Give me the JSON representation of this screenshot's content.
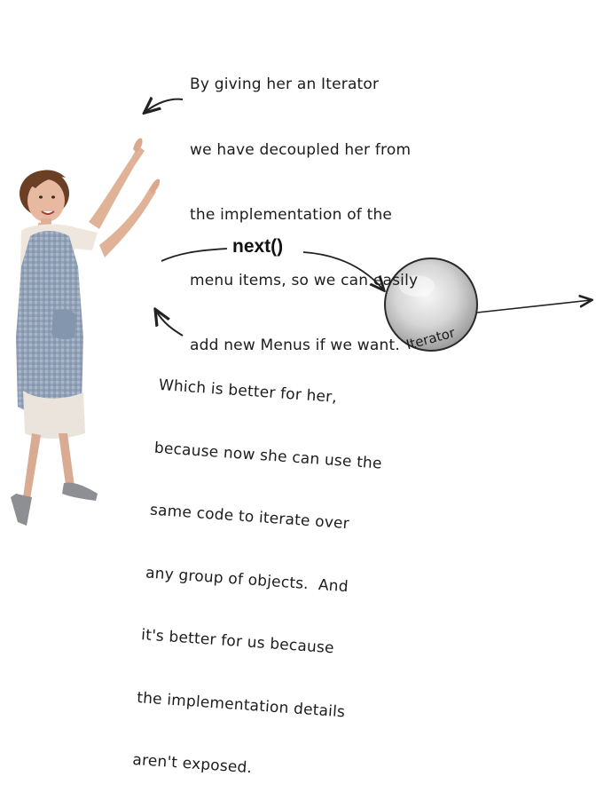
{
  "top_note": [
    "By giving her an Iterator",
    "we have decoupled her from",
    "the implementation of the",
    "menu items, so we can easily",
    "add new Menus if we want."
  ],
  "bottom_note": [
    "Which is better for her,",
    "because now she can use the",
    "same code to iterate over",
    "any group of objects.  And",
    "it's better for us because",
    "the implementation details",
    "aren't exposed."
  ],
  "method_label": "next()",
  "iterator_label": "Iterator",
  "colors": {
    "sphere": "#cfcfcf",
    "sphere_highlight": "#f4f4f4",
    "apron": "#8f9fb5",
    "skin": "#e2b59c",
    "hair": "#6e4327"
  }
}
